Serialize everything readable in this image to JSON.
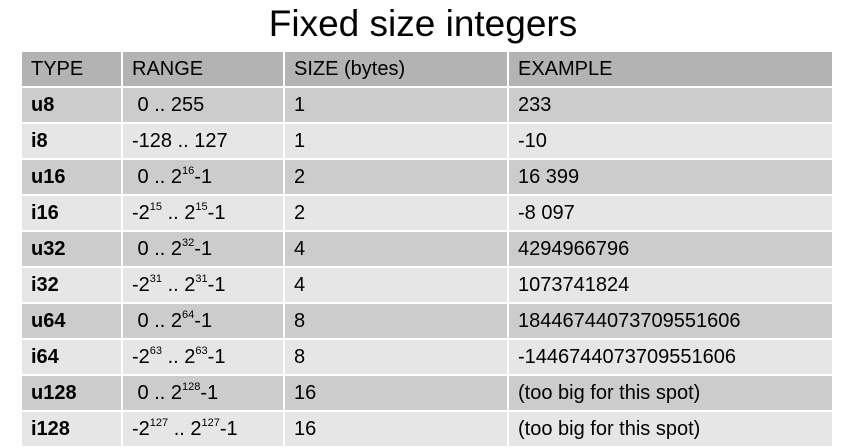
{
  "title": "Fixed size integers",
  "table": {
    "headers": {
      "type": "TYPE",
      "range": "RANGE",
      "size": "SIZE (bytes)",
      "example": "EXAMPLE"
    },
    "rows": [
      {
        "type": "u8",
        "range": {
          "lo_base": " 0",
          "lo_exp": "",
          "sep": " .. ",
          "hi_base": "255",
          "hi_exp": "",
          "suffix": ""
        },
        "size": "1",
        "example": "233"
      },
      {
        "type": "i8",
        "range": {
          "lo_base": "-128",
          "lo_exp": "",
          "sep": " .. ",
          "hi_base": "127",
          "hi_exp": "",
          "suffix": ""
        },
        "size": "1",
        "example": "-10"
      },
      {
        "type": "u16",
        "range": {
          "lo_base": " 0",
          "lo_exp": "",
          "sep": " .. ",
          "hi_base": "2",
          "hi_exp": "16",
          "suffix": "-1"
        },
        "size": "2",
        "example": "16 399"
      },
      {
        "type": "i16",
        "range": {
          "lo_base": "-2",
          "lo_exp": "15",
          "sep": " .. ",
          "hi_base": "2",
          "hi_exp": "15",
          "suffix": "-1"
        },
        "size": "2",
        "example": "-8 097"
      },
      {
        "type": "u32",
        "range": {
          "lo_base": " 0",
          "lo_exp": "",
          "sep": " .. ",
          "hi_base": "2",
          "hi_exp": "32",
          "suffix": "-1"
        },
        "size": "4",
        "example": "4294966796"
      },
      {
        "type": "i32",
        "range": {
          "lo_base": "-2",
          "lo_exp": "31",
          "sep": " .. ",
          "hi_base": "2",
          "hi_exp": "31",
          "suffix": "-1"
        },
        "size": "4",
        "example": "1073741824"
      },
      {
        "type": "u64",
        "range": {
          "lo_base": " 0",
          "lo_exp": "",
          "sep": " .. ",
          "hi_base": "2",
          "hi_exp": "64",
          "suffix": "-1"
        },
        "size": "8",
        "example": "18446744073709551606"
      },
      {
        "type": "i64",
        "range": {
          "lo_base": "-2",
          "lo_exp": "63",
          "sep": " .. ",
          "hi_base": "2",
          "hi_exp": "63",
          "suffix": "-1"
        },
        "size": "8",
        "example": "-1446744073709551606"
      },
      {
        "type": "u128",
        "range": {
          "lo_base": " 0",
          "lo_exp": "",
          "sep": " .. ",
          "hi_base": "2",
          "hi_exp": "128",
          "suffix": "-1"
        },
        "size": "16",
        "example": "(too big for this spot)"
      },
      {
        "type": "i128",
        "range": {
          "lo_base": "-2",
          "lo_exp": "127",
          "sep": " .. ",
          "hi_base": "2",
          "hi_exp": "127",
          "suffix": "-1"
        },
        "size": "16",
        "example": "(too big for this spot)"
      }
    ]
  },
  "colors": {
    "header_bg": "#b3b3b3",
    "row_dark_bg": "#cccccc",
    "row_light_bg": "#e6e6e6",
    "text": "#000000"
  }
}
